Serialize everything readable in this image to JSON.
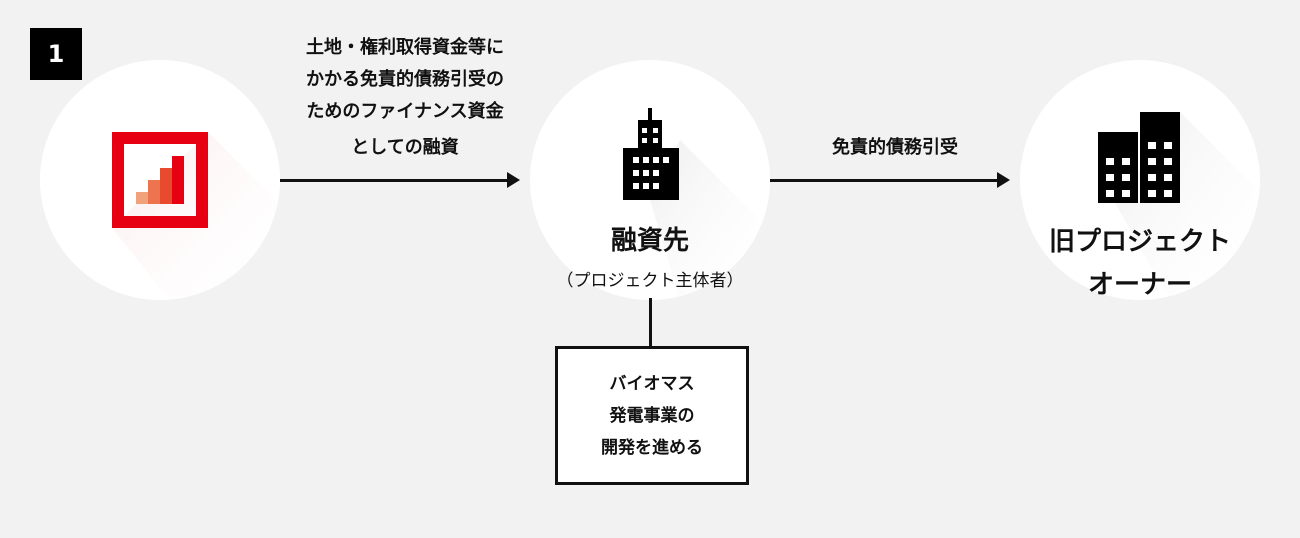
{
  "step_number": "1",
  "nodes": {
    "lender": {
      "icon": "bar-chart-logo-icon",
      "brand_color": "#e60012"
    },
    "borrower": {
      "name": "融資先",
      "note": "（プロジェクト主体者）",
      "icon": "building-icon"
    },
    "former_owner": {
      "name_line1": "旧プロジェクト",
      "name_line2": "オーナー",
      "icon": "buildings-icon"
    }
  },
  "edges": {
    "lender_to_borrower": {
      "lines": [
        "土地・権利取得資金等に",
        "かかる免責的債務引受の",
        "ためのファイナンス資金",
        "としての融資"
      ]
    },
    "borrower_to_owner": {
      "label": "免責的債務引受"
    }
  },
  "project_box": {
    "lines": [
      "バイオマス",
      "発電事業の",
      "開発を進める"
    ]
  }
}
